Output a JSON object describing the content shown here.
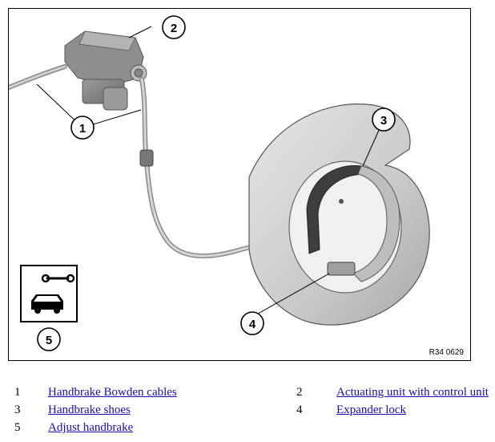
{
  "figure": {
    "code": "R34 0629",
    "callouts": [
      "1",
      "2",
      "3",
      "4",
      "5"
    ]
  },
  "legend": [
    {
      "num": "1",
      "label": "Handbrake Bowden cables"
    },
    {
      "num": "2",
      "label": "Actuating unit with control unit"
    },
    {
      "num": "3",
      "label": "Handbrake shoes"
    },
    {
      "num": "4",
      "label": "Expander lock"
    },
    {
      "num": "5",
      "label": "Adjust handbrake"
    }
  ]
}
